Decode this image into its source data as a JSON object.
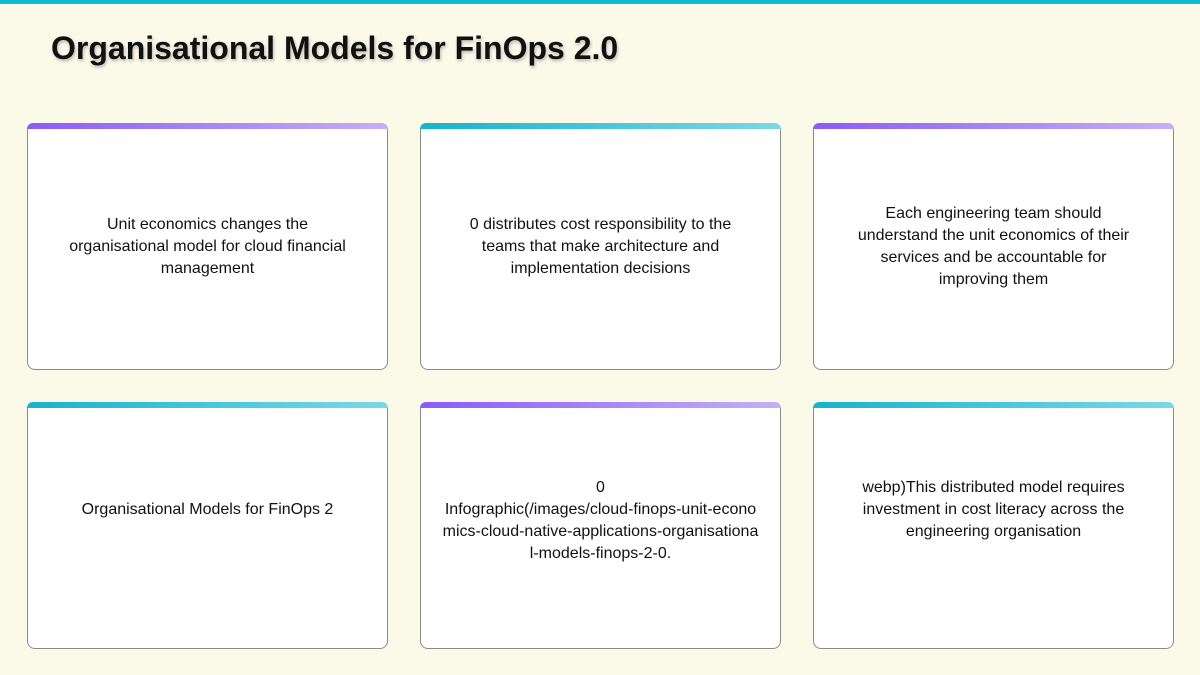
{
  "title": "Organisational Models for FinOps 2.0",
  "colors": {
    "accent_purple": "#8b5cf6",
    "accent_teal": "#17b3cc",
    "background": "#fbf9e8"
  },
  "cards": [
    {
      "text": "Unit economics changes the organisational model for cloud financial management"
    },
    {
      "text": "0 distributes cost responsibility to the teams that make architecture and implementation decisions"
    },
    {
      "text": "Each engineering team should understand the unit economics of their services and be accountable for improving them"
    },
    {
      "text": "Organisational Models for FinOps 2"
    },
    {
      "line1": "0",
      "line2": "Infographic(/images/cloud-finops-unit-economics-cloud-native-applications-organisational-models-finops-2-0."
    },
    {
      "text": "webp)This distributed model requires investment in cost literacy across the engineering organisation"
    }
  ]
}
